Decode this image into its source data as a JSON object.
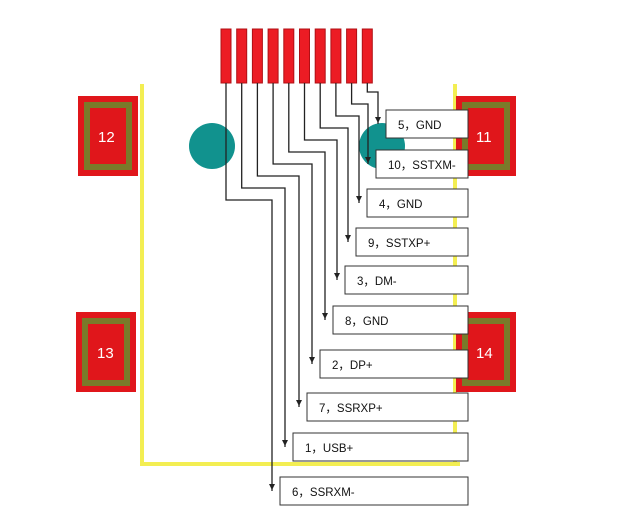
{
  "colors": {
    "pad_red": "#e0161b",
    "pad_olive": "#7a7a2a",
    "board_yellow": "#f3ee52",
    "via_teal": "#11928e",
    "pin_red": "#ec1c24",
    "wire": "#222222",
    "box_border": "#333333"
  },
  "pads": [
    {
      "id": "pad-12",
      "label": "12"
    },
    {
      "id": "pad-11",
      "label": "11"
    },
    {
      "id": "pad-13",
      "label": "13"
    },
    {
      "id": "pad-14",
      "label": "14"
    }
  ],
  "pins": [
    {
      "label": "5，GND"
    },
    {
      "label": "10，SSTXM-"
    },
    {
      "label": "4，GND"
    },
    {
      "label": "9，SSTXP+"
    },
    {
      "label": "3，DM-"
    },
    {
      "label": "8，GND"
    },
    {
      "label": "2，DP+"
    },
    {
      "label": "7，SSRXP+"
    },
    {
      "label": "1，USB+"
    },
    {
      "label": "6，SSRXM-"
    }
  ]
}
